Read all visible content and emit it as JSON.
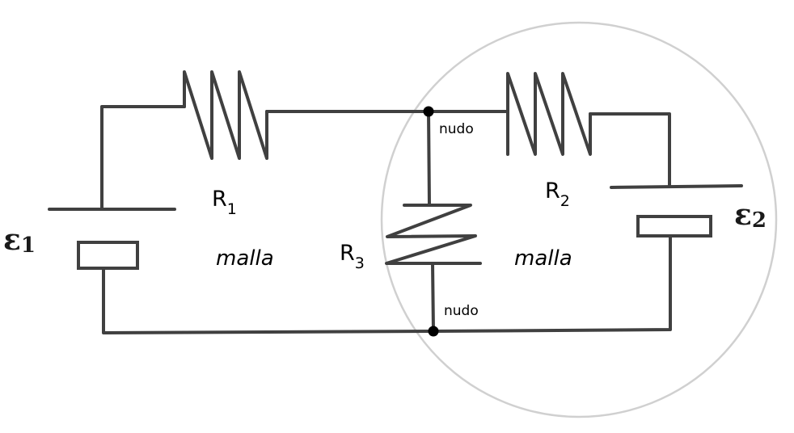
{
  "resistors": {
    "r1": {
      "letter": "R",
      "sub": "1"
    },
    "r2": {
      "letter": "R",
      "sub": "2"
    },
    "r3": {
      "letter": "R",
      "sub": "3"
    }
  },
  "sources": {
    "e1": {
      "symbol": "ε",
      "sub": "1"
    },
    "e2": {
      "symbol": "ε",
      "sub": "2"
    }
  },
  "nodes": {
    "top_label": "nudo",
    "bottom_label": "nudo"
  },
  "meshes": {
    "left_label": "malla",
    "right_label": "malla"
  },
  "colors": {
    "wire": "#404040",
    "circle": "#d0d0d0",
    "node": "#000000"
  }
}
